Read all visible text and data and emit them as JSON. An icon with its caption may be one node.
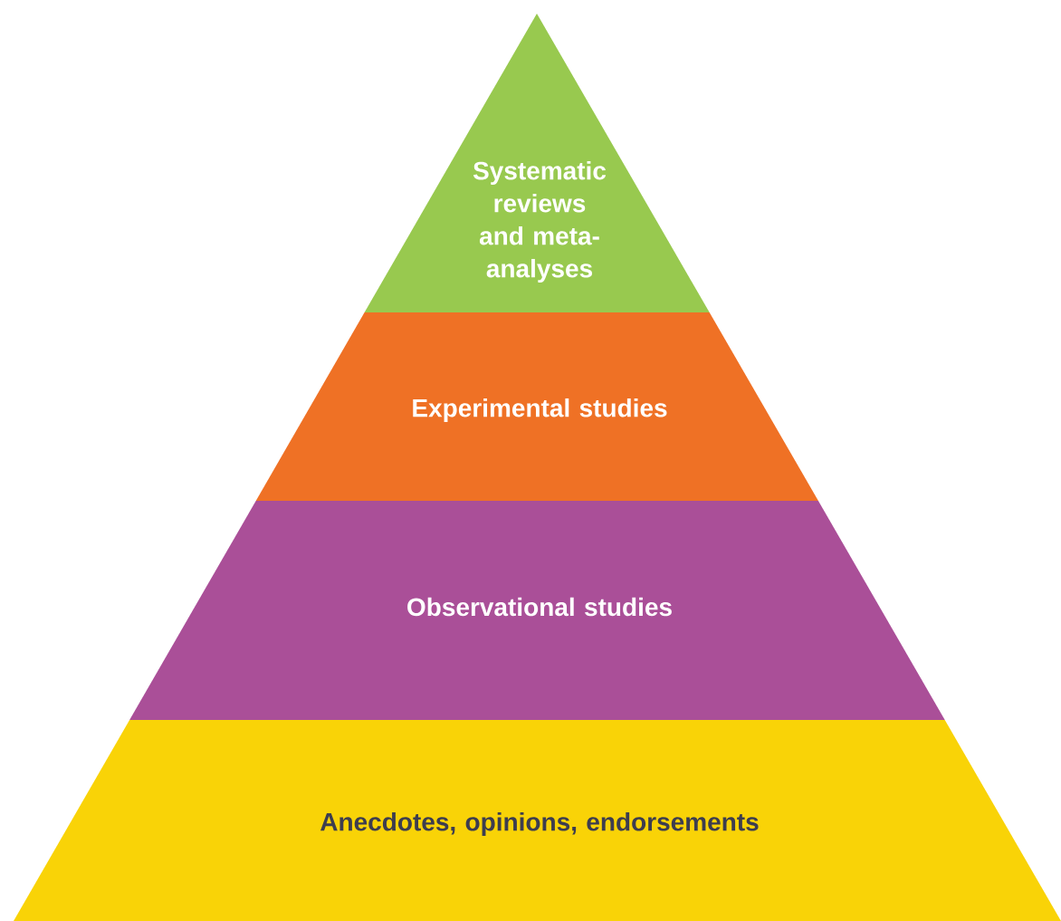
{
  "diagram": {
    "nodes": [
      {
        "text": [
          "Systematic reviews and meta-analyses"
        ]
      },
      {
        "text": [
          "Experimental studies"
        ]
      },
      {
        "text": [
          "Observational studies"
        ]
      },
      {
        "text": [
          "Anecdotes, opinions, endorsements"
        ]
      }
    ]
  }
}
